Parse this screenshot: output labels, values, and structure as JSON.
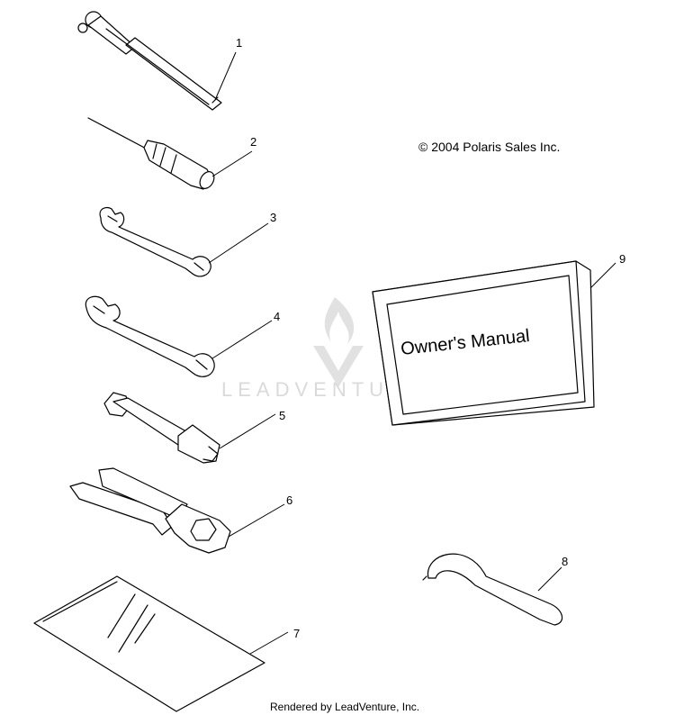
{
  "copyright": "© 2004 Polaris Sales Inc.",
  "manual_title": "Owner's Manual",
  "watermark": "LEADVENTURE",
  "footer": "Rendered by LeadVenture, Inc.",
  "parts": [
    {
      "num": "1"
    },
    {
      "num": "2"
    },
    {
      "num": "3"
    },
    {
      "num": "4"
    },
    {
      "num": "5"
    },
    {
      "num": "6"
    },
    {
      "num": "7"
    },
    {
      "num": "8"
    },
    {
      "num": "9"
    }
  ]
}
